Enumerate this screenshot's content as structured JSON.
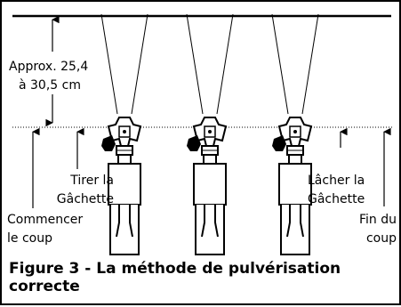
{
  "labels": {
    "distance_line1": "Approx. 25,4",
    "distance_line2": "à 30,5 cm",
    "pull_trigger_line1": "Tirer la",
    "pull_trigger_line2": "Gâchette",
    "release_trigger_line1": "Lâcher la",
    "release_trigger_line2": "Gâchette",
    "start_stroke_line1": "Commencer",
    "start_stroke_line2": "le coup",
    "end_stroke_line1": "Fin du",
    "end_stroke_line2": "coup"
  },
  "caption": {
    "line1": "Figure 3 - La méthode de pulvérisation",
    "line2": "correcte"
  },
  "colors": {
    "ink": "#000000",
    "background": "#ffffff"
  },
  "guns": [
    "spray-gun-left",
    "spray-gun-center",
    "spray-gun-right"
  ]
}
